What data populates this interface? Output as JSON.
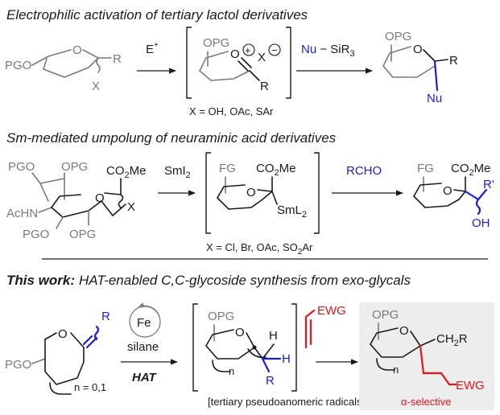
{
  "sections": {
    "s1_title": "Electrophilic activation of tertiary lactol derivatives",
    "s2_title": "Sm-mediated umpolung of neuraminic acid derivatives",
    "s3_title_bold": "This work:",
    "s3_title_rest": "HAT-enabled  C,C-glycoside synthesis from exo-glycals"
  },
  "row1": {
    "sm_pgo": "PGO",
    "sm_o": "O",
    "sm_r": "R",
    "sm_x": "X",
    "reagent_e": "E",
    "reagent_e_sup": "+",
    "int_opg": "OPG",
    "int_o": "O",
    "int_plus": "+",
    "int_x": "X",
    "int_minus": "−",
    "int_r": "R",
    "x_def": "X = OH, OAc, SAr",
    "nu_reagent": "Nu",
    "nu_reagent_si": "SiR",
    "nu_reagent_sub": "3",
    "prod_opg": "OPG",
    "prod_o": "O",
    "prod_r": "R",
    "prod_nu": "Nu"
  },
  "row2": {
    "sm_opg_top": "OPG",
    "sm_co2me": "CO",
    "sm_co2me_sub": "2",
    "sm_co2me_me": "Me",
    "sm_achn": "AcHN",
    "sm_o": "O",
    "sm_x": "X",
    "sm_pgo": "PGO",
    "sm_opg_bot": "OPG",
    "smi2": "SmI",
    "smi2_sub": "2",
    "int_fg": "FG",
    "int_co2me": "CO",
    "int_co2me_sub": "2",
    "int_co2me_me": "Me",
    "int_o": "O",
    "int_sml": "SmL",
    "int_sml_sub": "2",
    "x_def": "X = Cl, Br, OAc, SO",
    "x_def_sub": "2",
    "x_def_end": "Ar",
    "rcho": "RCHO",
    "prod_fg": "FG",
    "prod_co2me": "CO",
    "prod_co2me_sub": "2",
    "prod_co2me_me": "Me",
    "prod_o": "O",
    "prod_rp": "R'",
    "prod_oh": "OH"
  },
  "row3": {
    "sm_r": "R",
    "sm_pgo": "PGO",
    "sm_o": "O",
    "sm_n": "n = 0,1",
    "fe": "Fe",
    "silane": "silane",
    "hat": "HAT",
    "int_opg": "OPG",
    "int_o": "O",
    "int_n": "n",
    "int_h1": "H",
    "int_h2": "H",
    "int_r": "R",
    "int_caption": "[tertiary pseudoanomeric radicals]",
    "ewg_reagent": "EWG",
    "prod_opg": "OPG",
    "prod_o": "O",
    "prod_n": "n",
    "prod_ch2r": "CH",
    "prod_ch2r_sub": "2",
    "prod_ch2r_r": "R",
    "prod_ewg": "EWG",
    "alpha": "α-selective"
  }
}
